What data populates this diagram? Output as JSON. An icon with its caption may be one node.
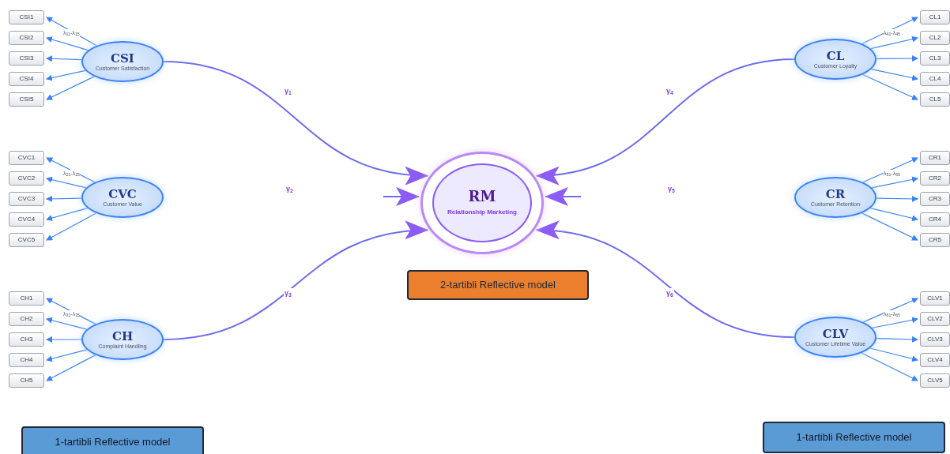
{
  "diagram": {
    "nodes": [
      {
        "text": [
          "CSI",
          "Customer Satisfaction"
        ]
      },
      {
        "text": [
          "CSI1"
        ]
      },
      {
        "text": [
          "CSI2"
        ]
      },
      {
        "text": [
          "CSI3"
        ]
      },
      {
        "text": [
          "CSI4"
        ]
      },
      {
        "text": [
          "CSI5"
        ]
      },
      {
        "text": [
          "CVC",
          "Customer Value"
        ]
      },
      {
        "text": [
          "CVC1"
        ]
      },
      {
        "text": [
          "CVC2"
        ]
      },
      {
        "text": [
          "CVC3"
        ]
      },
      {
        "text": [
          "CVC4"
        ]
      },
      {
        "text": [
          "CVC5"
        ]
      },
      {
        "text": [
          "CH",
          "Complaint Handling"
        ]
      },
      {
        "text": [
          "CH1"
        ]
      },
      {
        "text": [
          "CH2"
        ]
      },
      {
        "text": [
          "CH3"
        ]
      },
      {
        "text": [
          "CH4"
        ]
      },
      {
        "text": [
          "CH5"
        ]
      },
      {
        "text": [
          "CL",
          "Customer Loyalty"
        ]
      },
      {
        "text": [
          "CL1"
        ]
      },
      {
        "text": [
          "CL2"
        ]
      },
      {
        "text": [
          "CL3"
        ]
      },
      {
        "text": [
          "CL4"
        ]
      },
      {
        "text": [
          "CL5"
        ]
      },
      {
        "text": [
          "CR",
          "Customer Retention"
        ]
      },
      {
        "text": [
          "CR1"
        ]
      },
      {
        "text": [
          "CR2"
        ]
      },
      {
        "text": [
          "CR3"
        ]
      },
      {
        "text": [
          "CR4"
        ]
      },
      {
        "text": [
          "CR5"
        ]
      },
      {
        "text": [
          "CLV",
          "Customer Lifetime Value"
        ]
      },
      {
        "text": [
          "CLV1"
        ]
      },
      {
        "text": [
          "CLV2"
        ]
      },
      {
        "text": [
          "CLV3"
        ]
      },
      {
        "text": [
          "CLV4"
        ]
      },
      {
        "text": [
          "CLV5"
        ]
      },
      {
        "text": [
          "RM",
          "Relationship Marketing"
        ]
      },
      {
        "text": [
          "2-tartibli Reflective model"
        ]
      },
      {
        "text": [
          "1-tartibli Reflective model"
        ]
      },
      {
        "text": [
          "1-tartibli Reflective model"
        ]
      }
    ],
    "edges": [
      {
        "from": 0,
        "to": 1,
        "arrow": "to"
      },
      {
        "from": 0,
        "to": 2,
        "arrow": "to"
      },
      {
        "from": 0,
        "to": 3,
        "arrow": "to"
      },
      {
        "from": 0,
        "to": 4,
        "arrow": "to"
      },
      {
        "from": 0,
        "to": 5,
        "arrow": "to"
      },
      {
        "from": 6,
        "to": 7,
        "arrow": "to"
      },
      {
        "from": 6,
        "to": 8,
        "arrow": "to"
      },
      {
        "from": 6,
        "to": 9,
        "arrow": "to"
      },
      {
        "from": 6,
        "to": 10,
        "arrow": "to"
      },
      {
        "from": 6,
        "to": 11,
        "arrow": "to"
      },
      {
        "from": 12,
        "to": 13,
        "arrow": "to"
      },
      {
        "from": 12,
        "to": 14,
        "arrow": "to"
      },
      {
        "from": 12,
        "to": 15,
        "arrow": "to"
      },
      {
        "from": 12,
        "to": 16,
        "arrow": "to"
      },
      {
        "from": 12,
        "to": 17,
        "arrow": "to"
      },
      {
        "from": 18,
        "to": 19,
        "arrow": "to"
      },
      {
        "from": 18,
        "to": 20,
        "arrow": "to"
      },
      {
        "from": 18,
        "to": 21,
        "arrow": "to"
      },
      {
        "from": 18,
        "to": 22,
        "arrow": "to"
      },
      {
        "from": 18,
        "to": 23,
        "arrow": "to"
      },
      {
        "from": 24,
        "to": 25,
        "arrow": "to"
      },
      {
        "from": 24,
        "to": 26,
        "arrow": "to"
      },
      {
        "from": 24,
        "to": 27,
        "arrow": "to"
      },
      {
        "from": 24,
        "to": 28,
        "arrow": "to"
      },
      {
        "from": 24,
        "to": 29,
        "arrow": "to"
      },
      {
        "from": 30,
        "to": 31,
        "arrow": "to"
      },
      {
        "from": 30,
        "to": 32,
        "arrow": "to"
      },
      {
        "from": 30,
        "to": 33,
        "arrow": "to"
      },
      {
        "from": 30,
        "to": 34,
        "arrow": "to"
      },
      {
        "from": 30,
        "to": 35,
        "arrow": "to"
      },
      {
        "from": 0,
        "to": 36,
        "arrow": "to",
        "label": "γ$_{1}$"
      },
      {
        "from": null,
        "to": 36,
        "arrow": "to"
      },
      {
        "from": 12,
        "to": 36,
        "arrow": "to",
        "label": "γ$_{3}$"
      },
      {
        "from": 18,
        "to": 36,
        "arrow": "to",
        "label": "γ$_{4}$"
      },
      {
        "from": null,
        "to": 36,
        "arrow": "to"
      },
      {
        "from": 30,
        "to": 36,
        "arrow": "to",
        "label": "γ$_{6}$"
      }
    ],
    "labels": [
      "λ$_{11}$-λ$_{15}$",
      "λ$_{21}$-λ$_{25}$",
      "λ$_{31}$-λ$_{35}$",
      "λ$_{41}$-λ$_{45}$",
      "λ$_{51}$-λ$_{55}$",
      "λ$_{61}$-λ$_{65}$",
      "γ$_{2}$",
      "γ$_{5}$"
    ]
  }
}
